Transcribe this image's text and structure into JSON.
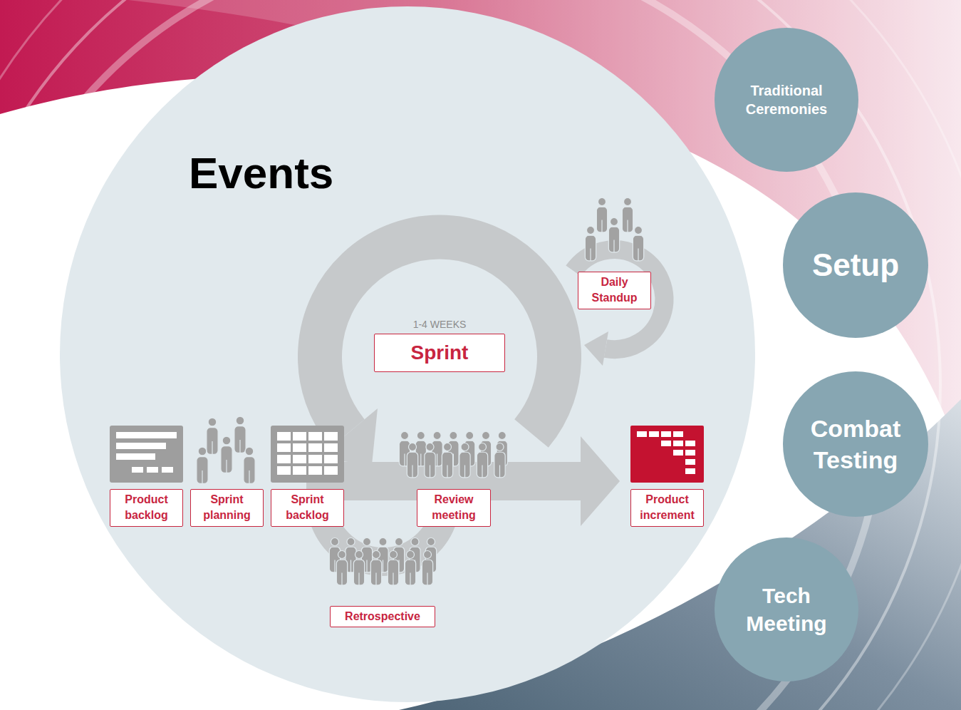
{
  "diagram": {
    "nodes": [
      {
        "text": [
          "Events"
        ]
      },
      {
        "text": [
          "Daily Standup"
        ],
        "in": 0
      },
      {
        "text": [
          "1-4 WEEKS",
          "Sprint"
        ],
        "in": 0
      },
      {
        "text": [
          "Product backlog"
        ],
        "in": 0
      },
      {
        "text": [
          "Sprint planning"
        ],
        "in": 0
      },
      {
        "text": [
          "Sprint backlog"
        ],
        "in": 0
      },
      {
        "text": [
          "Review meeting"
        ],
        "in": 0
      },
      {
        "text": [
          "Product increment"
        ],
        "in": 0
      },
      {
        "text": [
          "Retrospective"
        ],
        "in": 0
      },
      {
        "text": [
          "Traditional Ceremonies"
        ]
      },
      {
        "text": [
          "Setup"
        ]
      },
      {
        "text": [
          "Combat Testing"
        ]
      },
      {
        "text": [
          "Tech Meeting"
        ]
      }
    ]
  }
}
